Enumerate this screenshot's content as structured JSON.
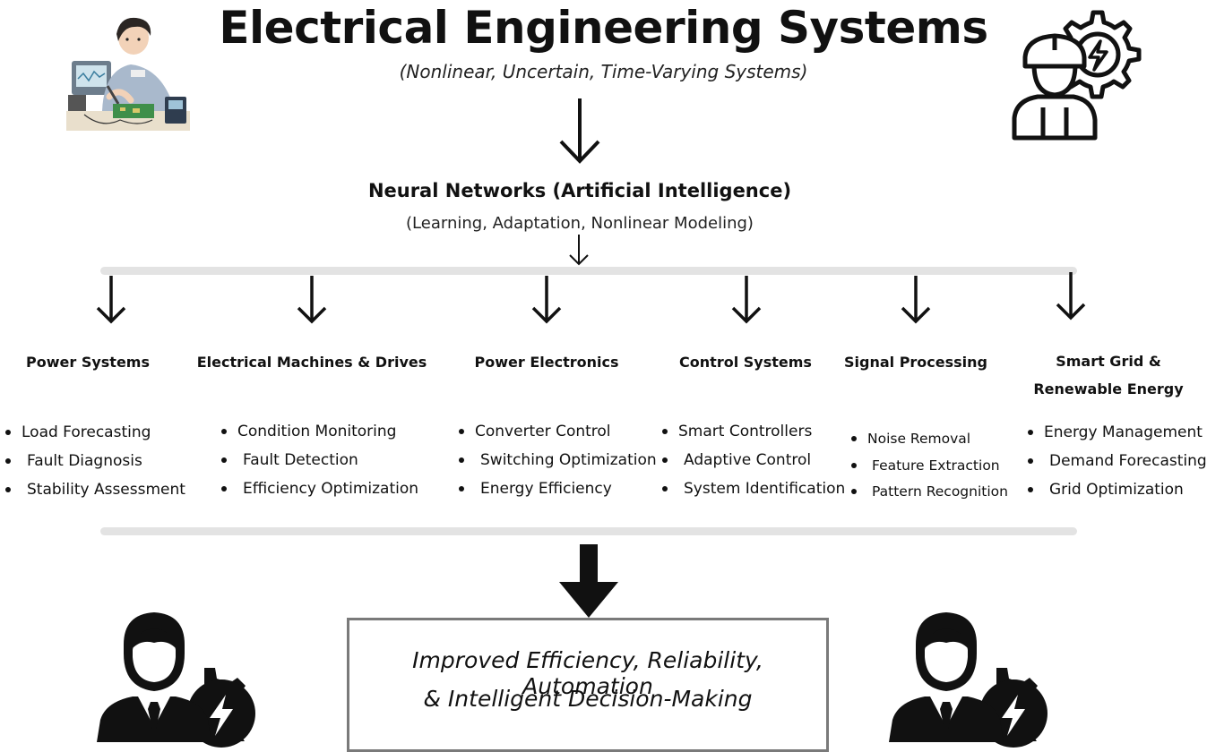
{
  "header": {
    "title": "Electrical Engineering Systems",
    "subtitle": "(Nonlinear, Uncertain, Time-Varying Systems)"
  },
  "neural_network": {
    "title": "Neural Networks (Artificial Intelligence)",
    "subtitle": "(Learning, Adaptation, Nonlinear Modeling)"
  },
  "categories": [
    {
      "title": "Power Systems",
      "items": [
        "Load Forecasting",
        "Fault Diagnosis",
        "Stability Assessment"
      ]
    },
    {
      "title": "Electrical Machines & Drives",
      "items": [
        "Condition Monitoring",
        "Fault Detection",
        "Efficiency Optimization"
      ]
    },
    {
      "title": "Power Electronics",
      "items": [
        "Converter Control",
        "Switching Optimization",
        "Energy Efficiency"
      ]
    },
    {
      "title": "Control Systems",
      "items": [
        "Smart Controllers",
        "Adaptive Control",
        "System Identification"
      ]
    },
    {
      "title": "Signal Processing",
      "items": [
        "Noise Removal",
        "Feature Extraction",
        "Pattern Recognition"
      ]
    },
    {
      "title": "Smart Grid & Renewable Energy",
      "items": [
        "Energy Management",
        "Demand Forecasting",
        "Grid Optimization"
      ]
    }
  ],
  "result": {
    "line1": "Improved Efficiency, Reliability, Automation",
    "line2": "& Intelligent Decision-Making"
  },
  "illustrations": {
    "top_left": "engineer-at-workbench-illustration",
    "top_right": "engineer-with-gear-bolt-icon",
    "bottom_left": "businessman-with-gear-bolt-icon",
    "bottom_right": "businessman-with-gear-bolt-icon"
  },
  "colors": {
    "text": "#111111",
    "bar": "#e3e3e3",
    "box_border": "#7a7a7a"
  }
}
